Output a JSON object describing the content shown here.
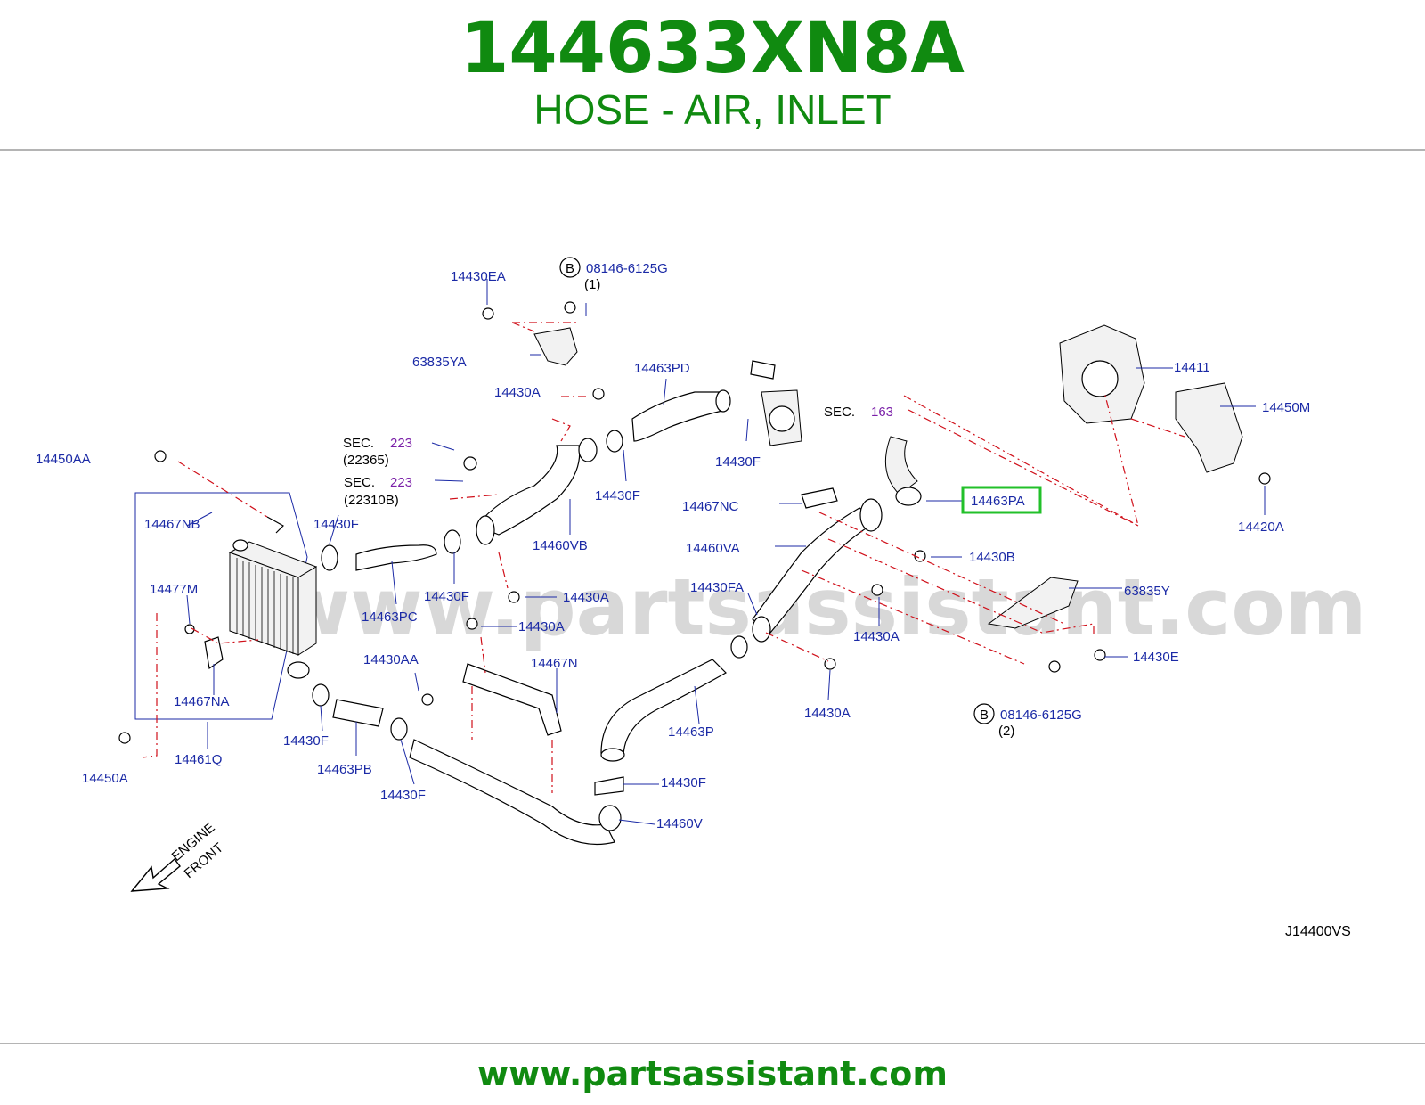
{
  "header": {
    "part_number": "144633XN8A",
    "part_name": "HOSE - AIR, INLET"
  },
  "watermark": "www.partsassistant.com",
  "footer": {
    "url": "www.partsassistant.com"
  },
  "diagram": {
    "code": "J14400VS",
    "highlight_color": "#22c02a",
    "direction": [
      "ENGINE",
      "FRONT"
    ],
    "labels": {
      "l_14430EA": "14430EA",
      "l_08146_top": "08146-6125G",
      "l_qty1": "(1)",
      "l_63835YA": "63835YA",
      "l_14430A_1": "14430A",
      "l_14463PD": "14463PD",
      "l_sec163": "SEC.",
      "l_sec163n": "163",
      "l_14411": "14411",
      "l_14450M": "14450M",
      "l_14430F_top": "14430F",
      "l_14450AA": "14450AA",
      "l_sec223a": "SEC.",
      "l_sec223an": "223",
      "l_sec223a_ref": "(22365)",
      "l_sec223b": "SEC.",
      "l_sec223bn": "223",
      "l_sec223b_ref": "(22310B)",
      "l_14430F_2": "14430F",
      "l_14467NC": "14467NC",
      "l_14463PA": "14463PA",
      "l_14420A": "14420A",
      "l_14467NB": "14467NB",
      "l_14430F_3": "14430F",
      "l_14460VB": "14460VB",
      "l_14460VA": "14460VA",
      "l_14430B": "14430B",
      "l_14477M": "14477M",
      "l_14430F_4": "14430F",
      "l_14430A_2": "14430A",
      "l_14430FA": "14430FA",
      "l_63835Y": "63835Y",
      "l_14463PC": "14463PC",
      "l_14430A_3": "14430A",
      "l_14430A_4": "14430A",
      "l_14430E": "14430E",
      "l_14467NA": "14467NA",
      "l_14430AA": "14430AA",
      "l_14467N": "14467N",
      "l_14430A_5": "14430A",
      "l_08146_bot": "08146-6125G",
      "l_qty2": "(2)",
      "l_14463P": "14463P",
      "l_14461Q": "14461Q",
      "l_14430F_5": "14430F",
      "l_14450A": "14450A",
      "l_14463PB": "14463PB",
      "l_14430F_6": "14430F",
      "l_14430F_7": "14430F",
      "l_14460V": "14460V",
      "b_mark": "B"
    }
  }
}
